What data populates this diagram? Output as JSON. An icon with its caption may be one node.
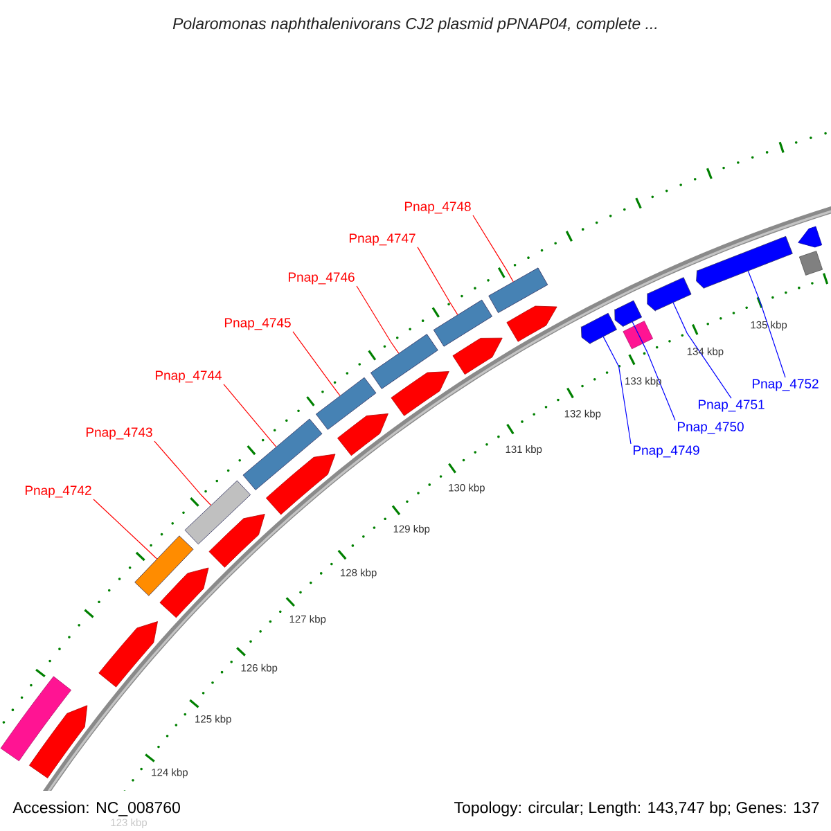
{
  "diagram": {
    "title": "Polaromonas naphthalenivorans CJ2 plasmid pPNAP04, complete ...",
    "nodes": [
      {
        "text": [
          "Pnap_4742"
        ]
      },
      {
        "text": [
          "Pnap_4743"
        ]
      },
      {
        "text": [
          "Pnap_4744"
        ]
      },
      {
        "text": [
          "Pnap_4745"
        ]
      },
      {
        "text": [
          "Pnap_4746"
        ]
      },
      {
        "text": [
          "Pnap_4747"
        ]
      },
      {
        "text": [
          "Pnap_4748"
        ]
      },
      {
        "text": [
          "Pnap_4749"
        ]
      },
      {
        "text": [
          "Pnap_4750"
        ]
      },
      {
        "text": [
          "Pnap_4751"
        ]
      },
      {
        "text": [
          "Pnap_4752"
        ]
      },
      {
        "text": [],
        "shape": "box"
      },
      {
        "text": [],
        "shape": "box"
      },
      {
        "text": [],
        "shape": "box"
      },
      {
        "text": [],
        "shape": "box"
      },
      {
        "text": [],
        "shape": "box"
      },
      {
        "text": [],
        "shape": "box"
      },
      {
        "text": [],
        "shape": "box"
      },
      {
        "text": [],
        "shape": "arrow"
      },
      {
        "text": [],
        "shape": "arrow"
      },
      {
        "text": [],
        "shape": "arrow"
      },
      {
        "text": [],
        "shape": "arrow"
      }
    ],
    "edges": [
      {
        "from": 0,
        "to": 11,
        "arrow": "none"
      },
      {
        "from": 1,
        "to": 12,
        "arrow": "none"
      },
      {
        "from": 2,
        "to": 13,
        "arrow": "none"
      },
      {
        "from": 3,
        "to": 14,
        "arrow": "none"
      },
      {
        "from": 4,
        "to": 15,
        "arrow": "none"
      },
      {
        "from": 5,
        "to": 16,
        "arrow": "none"
      },
      {
        "from": 6,
        "to": 17,
        "arrow": "none"
      },
      {
        "from": 7,
        "to": 18,
        "arrow": "none",
        "color": "#0000ff"
      },
      {
        "from": 8,
        "to": 19,
        "arrow": "none",
        "color": "#0000ff"
      },
      {
        "from": 9,
        "to": 20,
        "arrow": "none",
        "color": "#0000ff"
      },
      {
        "from": 10,
        "to": 21,
        "arrow": "none",
        "color": "#0000ff"
      }
    ],
    "labels": [
      "123 kbp",
      "124 kbp",
      "125 kbp",
      "126 kbp",
      "127 kbp",
      "128 kbp",
      "129 kbp",
      "130 kbp",
      "131 kbp",
      "132 kbp",
      "133 kbp",
      "134 kbp",
      "135 kbp",
      "Accession: NC_008760",
      "Topology: circular; Length: 143,747 bp; Genes: 137"
    ]
  }
}
